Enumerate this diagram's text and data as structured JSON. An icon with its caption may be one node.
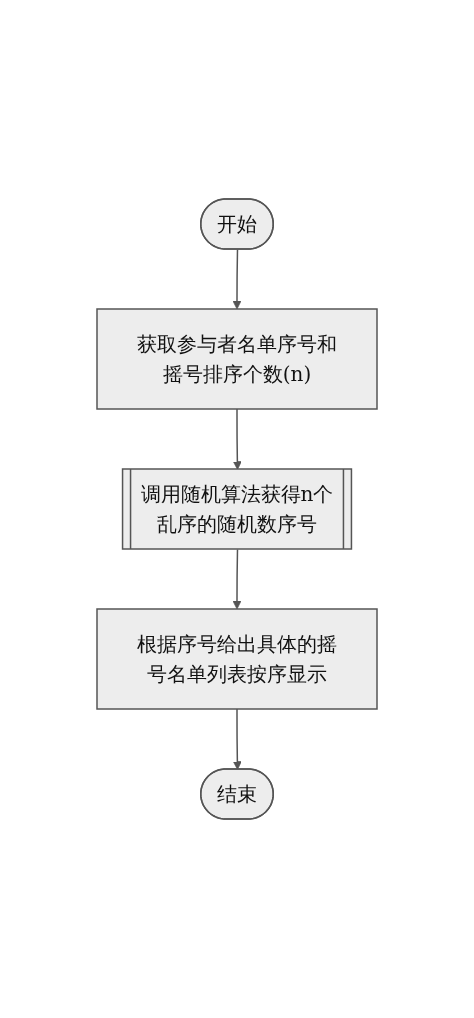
{
  "diagram": {
    "nodes": [
      {
        "text": [
          "开始"
        ]
      },
      {
        "text": [
          "获取参与者名单序号和摇号排序个数(n)"
        ]
      },
      {
        "text": [
          "调用随机算法获得n个乱序的随机数序号"
        ]
      },
      {
        "text": [
          "根据序号给出具体的摇号名单列表按序显示"
        ]
      },
      {
        "text": [
          "结束"
        ]
      }
    ],
    "edges": [
      {
        "from": 0,
        "to": 1,
        "arrow": "to"
      },
      {
        "from": 1,
        "to": 2,
        "arrow": "to"
      },
      {
        "from": 2,
        "to": 3,
        "arrow": "to"
      },
      {
        "from": 3,
        "to": 4,
        "arrow": "to"
      }
    ]
  }
}
